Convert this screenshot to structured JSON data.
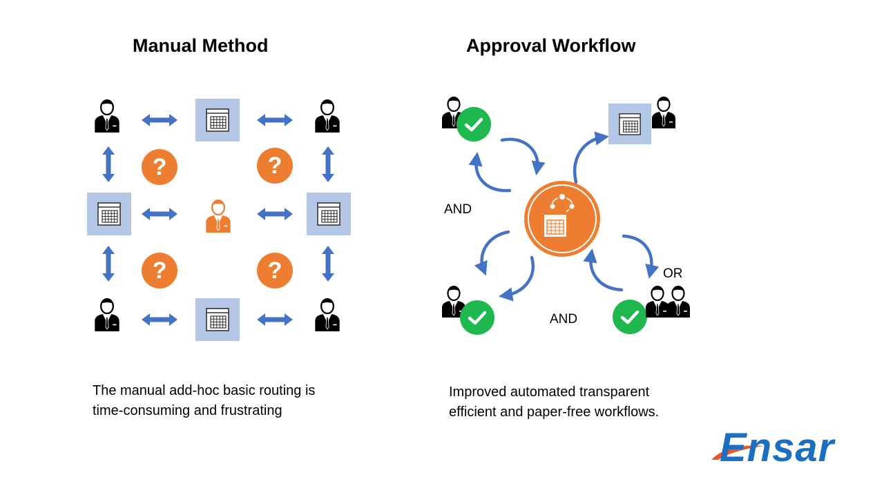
{
  "manual": {
    "title": "Manual Method",
    "caption_line1": "The manual add-hoc basic routing is",
    "caption_line2": "time-consuming and frustrating",
    "question_mark": "?"
  },
  "workflow": {
    "title": "Approval Workflow",
    "and_left": "AND",
    "and_bottom": "AND",
    "or_label": "OR",
    "caption_line1": "Improved automated transparent",
    "caption_line2": "efficient and paper-free workflows."
  },
  "brand": {
    "logo_text": "Ensar",
    "logo_color": "#1a6fc0",
    "swoosh_color": "#e8562a"
  },
  "colors": {
    "arrow": "#4472c4",
    "doc_fill": "#b4c7e7",
    "question": "#ed7d31",
    "hub": "#ed7d31",
    "check": "#1fb84e"
  }
}
